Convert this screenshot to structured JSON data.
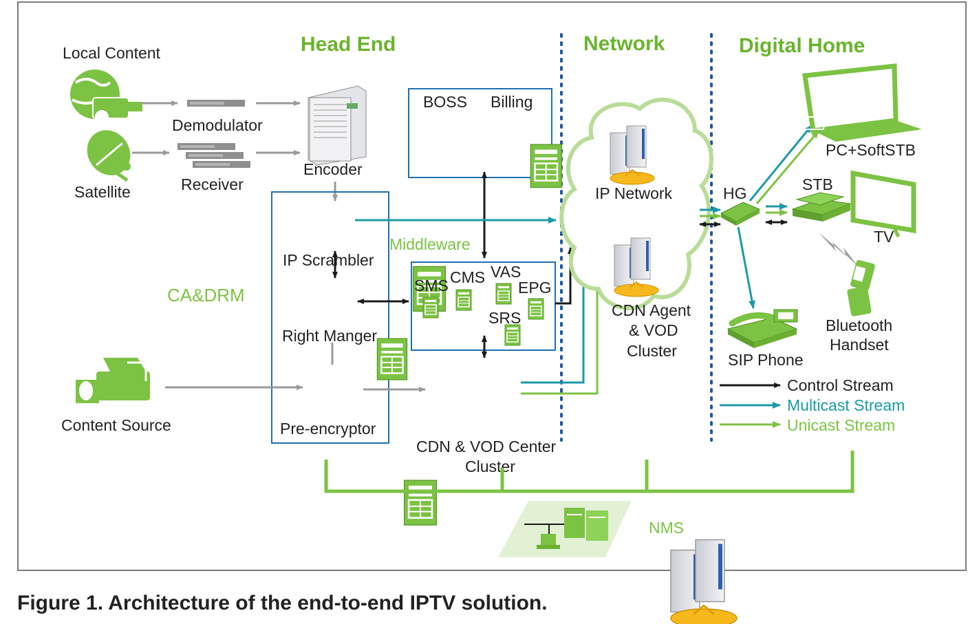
{
  "sections": {
    "head_end": "Head End",
    "network": "Network",
    "digital_home": "Digital Home"
  },
  "labels": {
    "local_content": "Local Content",
    "demodulator": "Demodulator",
    "satellite": "Satellite",
    "receiver": "Receiver",
    "encoder": "Encoder",
    "boss": "BOSS",
    "billing": "Billing",
    "ip_scrambler": "IP Scrambler",
    "middleware": "Middleware",
    "ca_drm": "CA&DRM",
    "right_manger": "Right Manger",
    "sms": "SMS",
    "cms": "CMS",
    "vas": "VAS",
    "epg": "EPG",
    "srs": "SRS",
    "content_source": "Content Source",
    "pre_encryptor": "Pre-encryptor",
    "cdn_center_line1": "CDN & VOD Center",
    "cdn_center_line2": "Cluster",
    "ip_network": "IP Network",
    "cdn_agent_line1": "CDN Agent",
    "cdn_agent_line2": "& VOD",
    "cdn_agent_line3": "Cluster",
    "hg": "HG",
    "pc_softstb": "PC+SoftSTB",
    "stb": "STB",
    "tv": "TV",
    "sip_phone": "SIP Phone",
    "bluetooth_line1": "Bluetooth",
    "bluetooth_line2": "Handset",
    "nms": "NMS"
  },
  "legend": [
    {
      "label": "Control Stream",
      "color": "#1a1a1a"
    },
    {
      "label": "Multicast Stream",
      "color": "#1a9aa5"
    },
    {
      "label": "Unicast Stream",
      "color": "#7cc243"
    }
  ],
  "colors": {
    "green": "#7cc243",
    "section_green": "#6ab42d",
    "blue_box": "#1f6fb2",
    "multicast": "#1a9aa5",
    "control": "#1a1a1a",
    "gray_arrow": "#9a9a9a",
    "dotted_divider": "#1f57a8"
  },
  "caption": "Figure 1. Architecture of the end-to-end IPTV solution."
}
